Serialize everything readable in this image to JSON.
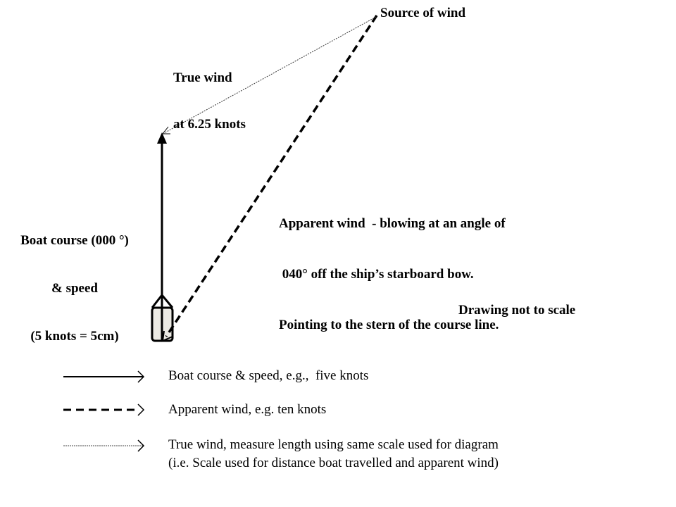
{
  "labels": {
    "source_of_wind": "Source of wind",
    "true_wind_line1": "True wind",
    "true_wind_line2": "at 6.25 knots",
    "boat_course_line1": "Boat course (000 °)",
    "boat_course_line2": "& speed",
    "boat_course_line3": "(5 knots = 5cm)",
    "apparent_wind_line1": "Apparent wind  - blowing at an angle of",
    "apparent_wind_line2": " 040° off the ship’s starboard bow.",
    "apparent_wind_line3": "Pointing to the stern of the course line.",
    "not_to_scale": "Drawing not to scale"
  },
  "legend": {
    "items": [
      {
        "style": "solid",
        "label": "Boat course & speed, e.g.,  five knots"
      },
      {
        "style": "dashed",
        "label": "Apparent wind, e.g. ten knots"
      },
      {
        "style": "dotted",
        "label": "True wind, measure length using same scale used for diagram"
      }
    ],
    "note": "(i.e. Scale used for distance boat travelled and apparent wind)"
  },
  "colors": {
    "line": "#000000",
    "boat_fill": "#eceae4"
  }
}
